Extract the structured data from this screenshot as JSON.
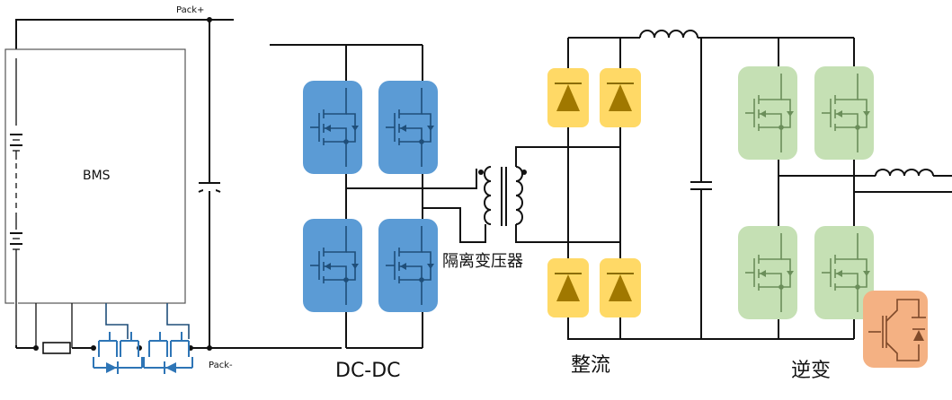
{
  "labels": {
    "pack_plus": "Pack+",
    "pack_minus": "Pack-",
    "bms": "BMS",
    "transformer": "隔离变压器",
    "dcdc": "DC-DC",
    "rectifier": "整流",
    "inverter": "逆变"
  },
  "colors": {
    "mosfet_dcdc": "#5b9bd5",
    "diode": "#ffd966",
    "mosfet_inverter": "#c5e0b4",
    "igbt": "#f4b183",
    "protection_mosfet": "#2e75b6"
  },
  "stages": [
    {
      "name": "dcdc",
      "component": "mosfet",
      "count": 4
    },
    {
      "name": "rectifier",
      "component": "diode",
      "count": 4
    },
    {
      "name": "inverter",
      "component": "mosfet",
      "count": 4
    }
  ]
}
